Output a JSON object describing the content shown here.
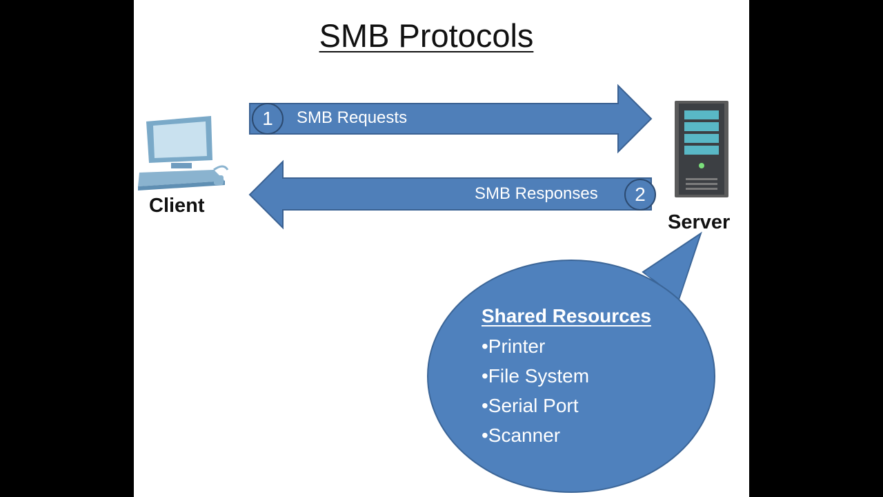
{
  "title": "SMB Protocols",
  "client": {
    "label": "Client",
    "icon": "computer-icon"
  },
  "server": {
    "label": "Server",
    "icon": "server-tower-icon"
  },
  "requests": {
    "step": "1",
    "label": "SMB Requests"
  },
  "responses": {
    "step": "2",
    "label": "SMB Responses"
  },
  "shared_resources": {
    "heading": "Shared Resources",
    "items": [
      "•Printer",
      "•File System",
      "•Serial Port",
      "•Scanner"
    ]
  },
  "colors": {
    "arrow_fill": "#4f7fb9",
    "arrow_stroke": "#3a6192",
    "bubble_fill": "#4f81bd",
    "background": "#ffffff",
    "frame": "#000000"
  }
}
